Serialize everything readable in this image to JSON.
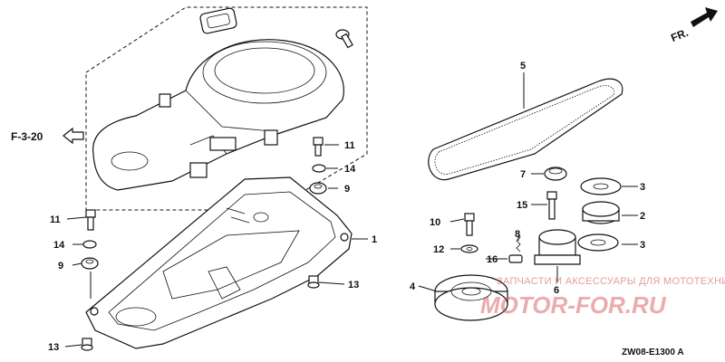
{
  "diagram": {
    "reference": "F-3-20",
    "direction": "FR.",
    "drawing_code": "ZW08-E1300 A",
    "callouts": [
      {
        "id": "c1",
        "label": "1"
      },
      {
        "id": "c2",
        "label": "2"
      },
      {
        "id": "c3a",
        "label": "3"
      },
      {
        "id": "c3b",
        "label": "3"
      },
      {
        "id": "c4",
        "label": "4"
      },
      {
        "id": "c5",
        "label": "5"
      },
      {
        "id": "c6",
        "label": "6"
      },
      {
        "id": "c7",
        "label": "7"
      },
      {
        "id": "c8",
        "label": "8"
      },
      {
        "id": "c9a",
        "label": "9"
      },
      {
        "id": "c9b",
        "label": "9"
      },
      {
        "id": "c10",
        "label": "10"
      },
      {
        "id": "c11a",
        "label": "11"
      },
      {
        "id": "c11b",
        "label": "11"
      },
      {
        "id": "c12",
        "label": "12"
      },
      {
        "id": "c13a",
        "label": "13"
      },
      {
        "id": "c13b",
        "label": "13"
      },
      {
        "id": "c14a",
        "label": "14"
      },
      {
        "id": "c14b",
        "label": "14"
      },
      {
        "id": "c15",
        "label": "15"
      },
      {
        "id": "c16",
        "label": "16"
      }
    ]
  },
  "watermark": {
    "tagline": "ЗАПЧАСТИ И АКСЕССУАРЫ ДЛЯ МОТОТЕХНИКИ",
    "brand": "MOTOR-FOR.RU"
  }
}
